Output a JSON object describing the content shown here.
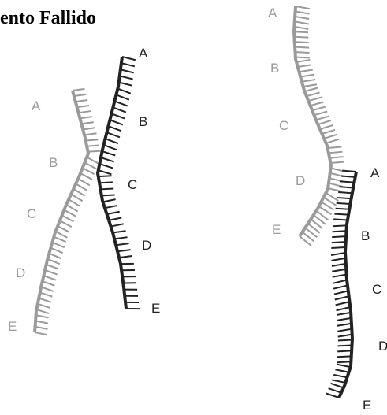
{
  "title": "ento Fallido",
  "colors": {
    "gray": "#9a9a9a",
    "black": "#222222",
    "background": "#ffffff"
  },
  "left_panel": {
    "gray_strand_labels": [
      "A",
      "B",
      "C",
      "D",
      "E"
    ],
    "black_strand_labels": [
      "A",
      "B",
      "C",
      "D",
      "E"
    ]
  },
  "right_panel": {
    "gray_strand_labels": [
      "A",
      "B",
      "C",
      "D",
      "E"
    ],
    "black_strand_labels": [
      "A",
      "B",
      "C",
      "D",
      "E"
    ]
  }
}
